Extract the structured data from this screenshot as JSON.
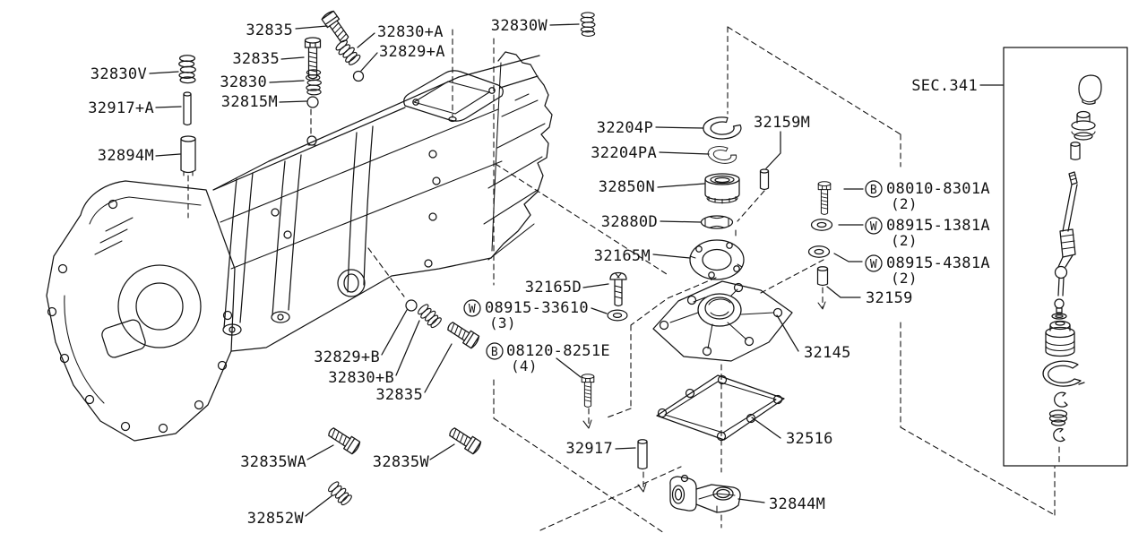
{
  "colors": {
    "paper": "#ffffff",
    "ink": "#141414"
  },
  "sec_ref": "SEC.341",
  "symbols": {
    "bolt": "B",
    "washer": "W"
  },
  "parts": {
    "p32835_top": "32835",
    "p32830A": "32830+A",
    "p32829A": "32829+A",
    "p32830V": "32830V",
    "p32835_mid": "32835",
    "p32830": "32830",
    "p32815M": "32815M",
    "p32917A": "32917+A",
    "p32894M": "32894M",
    "p32830W": "32830W",
    "p32204P": "32204P",
    "p32204PA": "32204PA",
    "p32850N": "32850N",
    "p32880D": "32880D",
    "p32165M": "32165M",
    "p32159M": "32159M",
    "p32165D": "32165D",
    "p32145": "32145",
    "p32516": "32516",
    "p32917": "32917",
    "p32844M": "32844M",
    "p32159": "32159",
    "p32829B": "32829+B",
    "p32830B": "32830+B",
    "p32835_b": "32835",
    "p32835WA": "32835WA",
    "p32835W": "32835W",
    "p32852W": "32852W"
  },
  "hardware": {
    "b08010": {
      "code": "08010-8301A",
      "qty": "(2)"
    },
    "w08915_1381": {
      "code": "08915-1381A",
      "qty": "(2)"
    },
    "w08915_4381": {
      "code": "08915-4381A",
      "qty": "(2)"
    },
    "w08915_33610": {
      "code": "08915-33610",
      "qty": "(3)"
    },
    "b08120": {
      "code": "08120-8251E",
      "qty": "(4)"
    }
  }
}
